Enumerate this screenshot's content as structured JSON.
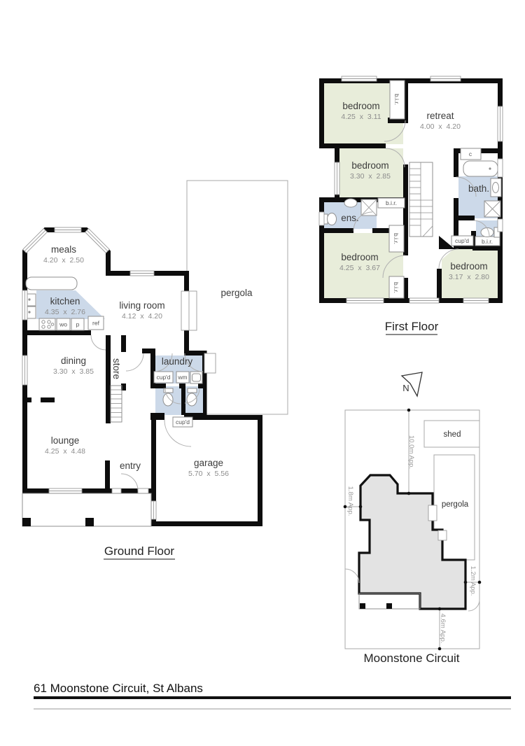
{
  "address": {
    "line": "61 Moonstone Circuit, St Albans"
  },
  "first_floor": {
    "title": "First Floor",
    "rooms": {
      "bedroom1": {
        "name": "bedroom",
        "dims": "4.25 x 3.11"
      },
      "retreat": {
        "name": "retreat",
        "dims": "4.00 x 4.20"
      },
      "bedroom2": {
        "name": "bedroom",
        "dims": "3.30 x 2.85"
      },
      "bedroom3": {
        "name": "bedroom",
        "dims": "4.25 x 3.67"
      },
      "bedroom4": {
        "name": "bedroom",
        "dims": "3.17 x 2.80"
      },
      "ensuite": {
        "name": "ens."
      },
      "bath": {
        "name": "bath."
      }
    },
    "labels": {
      "bir": "b.i.r.",
      "cupd": "cup'd",
      "c": "c"
    }
  },
  "ground_floor": {
    "title": "Ground Floor",
    "rooms": {
      "meals": {
        "name": "meals",
        "dims": "4.20 x 2.50"
      },
      "kitchen": {
        "name": "kitchen",
        "dims": "4.35 x 2.76"
      },
      "living": {
        "name": "living room",
        "dims": "4.12 x 4.20"
      },
      "dining": {
        "name": "dining",
        "dims": "3.30 x 3.85"
      },
      "lounge": {
        "name": "lounge",
        "dims": "4.25 x 4.48"
      },
      "garage": {
        "name": "garage",
        "dims": "5.70 x 5.56"
      },
      "pergola": {
        "name": "pergola"
      },
      "laundry": {
        "name": "laundry"
      },
      "store": {
        "name": "store"
      },
      "entry": {
        "name": "entry"
      }
    },
    "labels": {
      "cupd": "cup'd",
      "wm": "wm",
      "wo": "wo",
      "p": "p",
      "ref": "ref"
    }
  },
  "site_plan": {
    "street": "Moonstone Circuit",
    "north": "N",
    "labels": {
      "shed": "shed",
      "pergola": "pergola"
    },
    "dims": {
      "top": "10.0m App.",
      "left": "1.8m App.",
      "right": "1.2m App.",
      "bottom": "4.6m App."
    }
  },
  "colors": {
    "wall": "#0d0d0d",
    "bedroom_fill": "#e8edda",
    "wet_area_fill": "#ccd9e9",
    "house_footprint_fill": "#e3e3e3",
    "outline_gray": "#8f8f8f",
    "dim_text": "#9b9b9b"
  }
}
